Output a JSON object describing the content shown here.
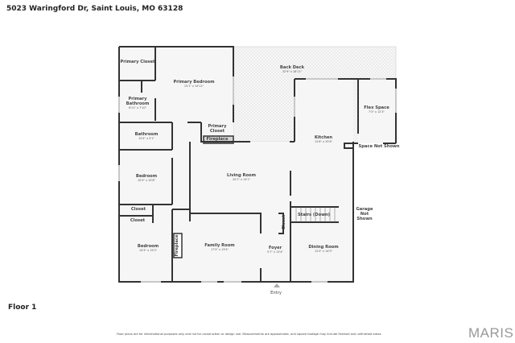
{
  "header": {
    "address": "5023 Waringford Dr, Saint Louis, MO 63128"
  },
  "floor_label": "Floor 1",
  "rooms": {
    "primary_closet": {
      "name": "Primary Closet"
    },
    "primary_bedroom": {
      "name": "Primary Bedroom",
      "dims": "15'1\" x 14'11\""
    },
    "primary_bathroom": {
      "name": "Primary Bathroom",
      "dims": "6'11\" x 7'10\""
    },
    "back_deck": {
      "name": "Back Deck",
      "dims": "32'9\" x 18'11\""
    },
    "flex_space": {
      "name": "Flex Space",
      "dims": "7'3\" x 12'3\""
    },
    "primary_closet_2": {
      "name": "Primary Closet"
    },
    "fireplace_1": {
      "name": "Fireplace"
    },
    "kitchen": {
      "name": "Kitchen",
      "dims": "12'6\" x 25'6\""
    },
    "space_not_shown": {
      "name": "Space Not Shown"
    },
    "bathroom": {
      "name": "Bathroom",
      "dims": "10'4\" x 5'1\""
    },
    "bedroom_1": {
      "name": "Bedroom",
      "dims": "10'4\" x 10'8\""
    },
    "living_room": {
      "name": "Living Room",
      "dims": "20'1\" x 14'1\""
    },
    "closet_1": {
      "name": "Closet"
    },
    "closet_2": {
      "name": "Closet"
    },
    "closet_3": {
      "name": "Closet"
    },
    "stairs": {
      "name": "Stairs (Down)"
    },
    "garage": {
      "name": "Garage Not Shown"
    },
    "bedroom_2": {
      "name": "Bedroom",
      "dims": "10'4\" x 15'0\""
    },
    "fireplace_2": {
      "name": "Fireplace"
    },
    "family_room": {
      "name": "Family Room",
      "dims": "17'5\" x 13'4\""
    },
    "foyer": {
      "name": "Foyer",
      "dims": "5'7\" x 13'4\""
    },
    "dining_room": {
      "name": "Dining Room",
      "dims": "12'4\" x 14'9\""
    },
    "entry": {
      "name": "Entry"
    }
  },
  "disclaimer": "Floor plans are for informational purposes only and not for construction or design use. Measurements are approximate, and square footage may include finished and unfinished areas.",
  "logo": "MARIS",
  "colors": {
    "wall": "#333333",
    "floor": "#f6f6f6",
    "window": "#c8c8c8"
  }
}
